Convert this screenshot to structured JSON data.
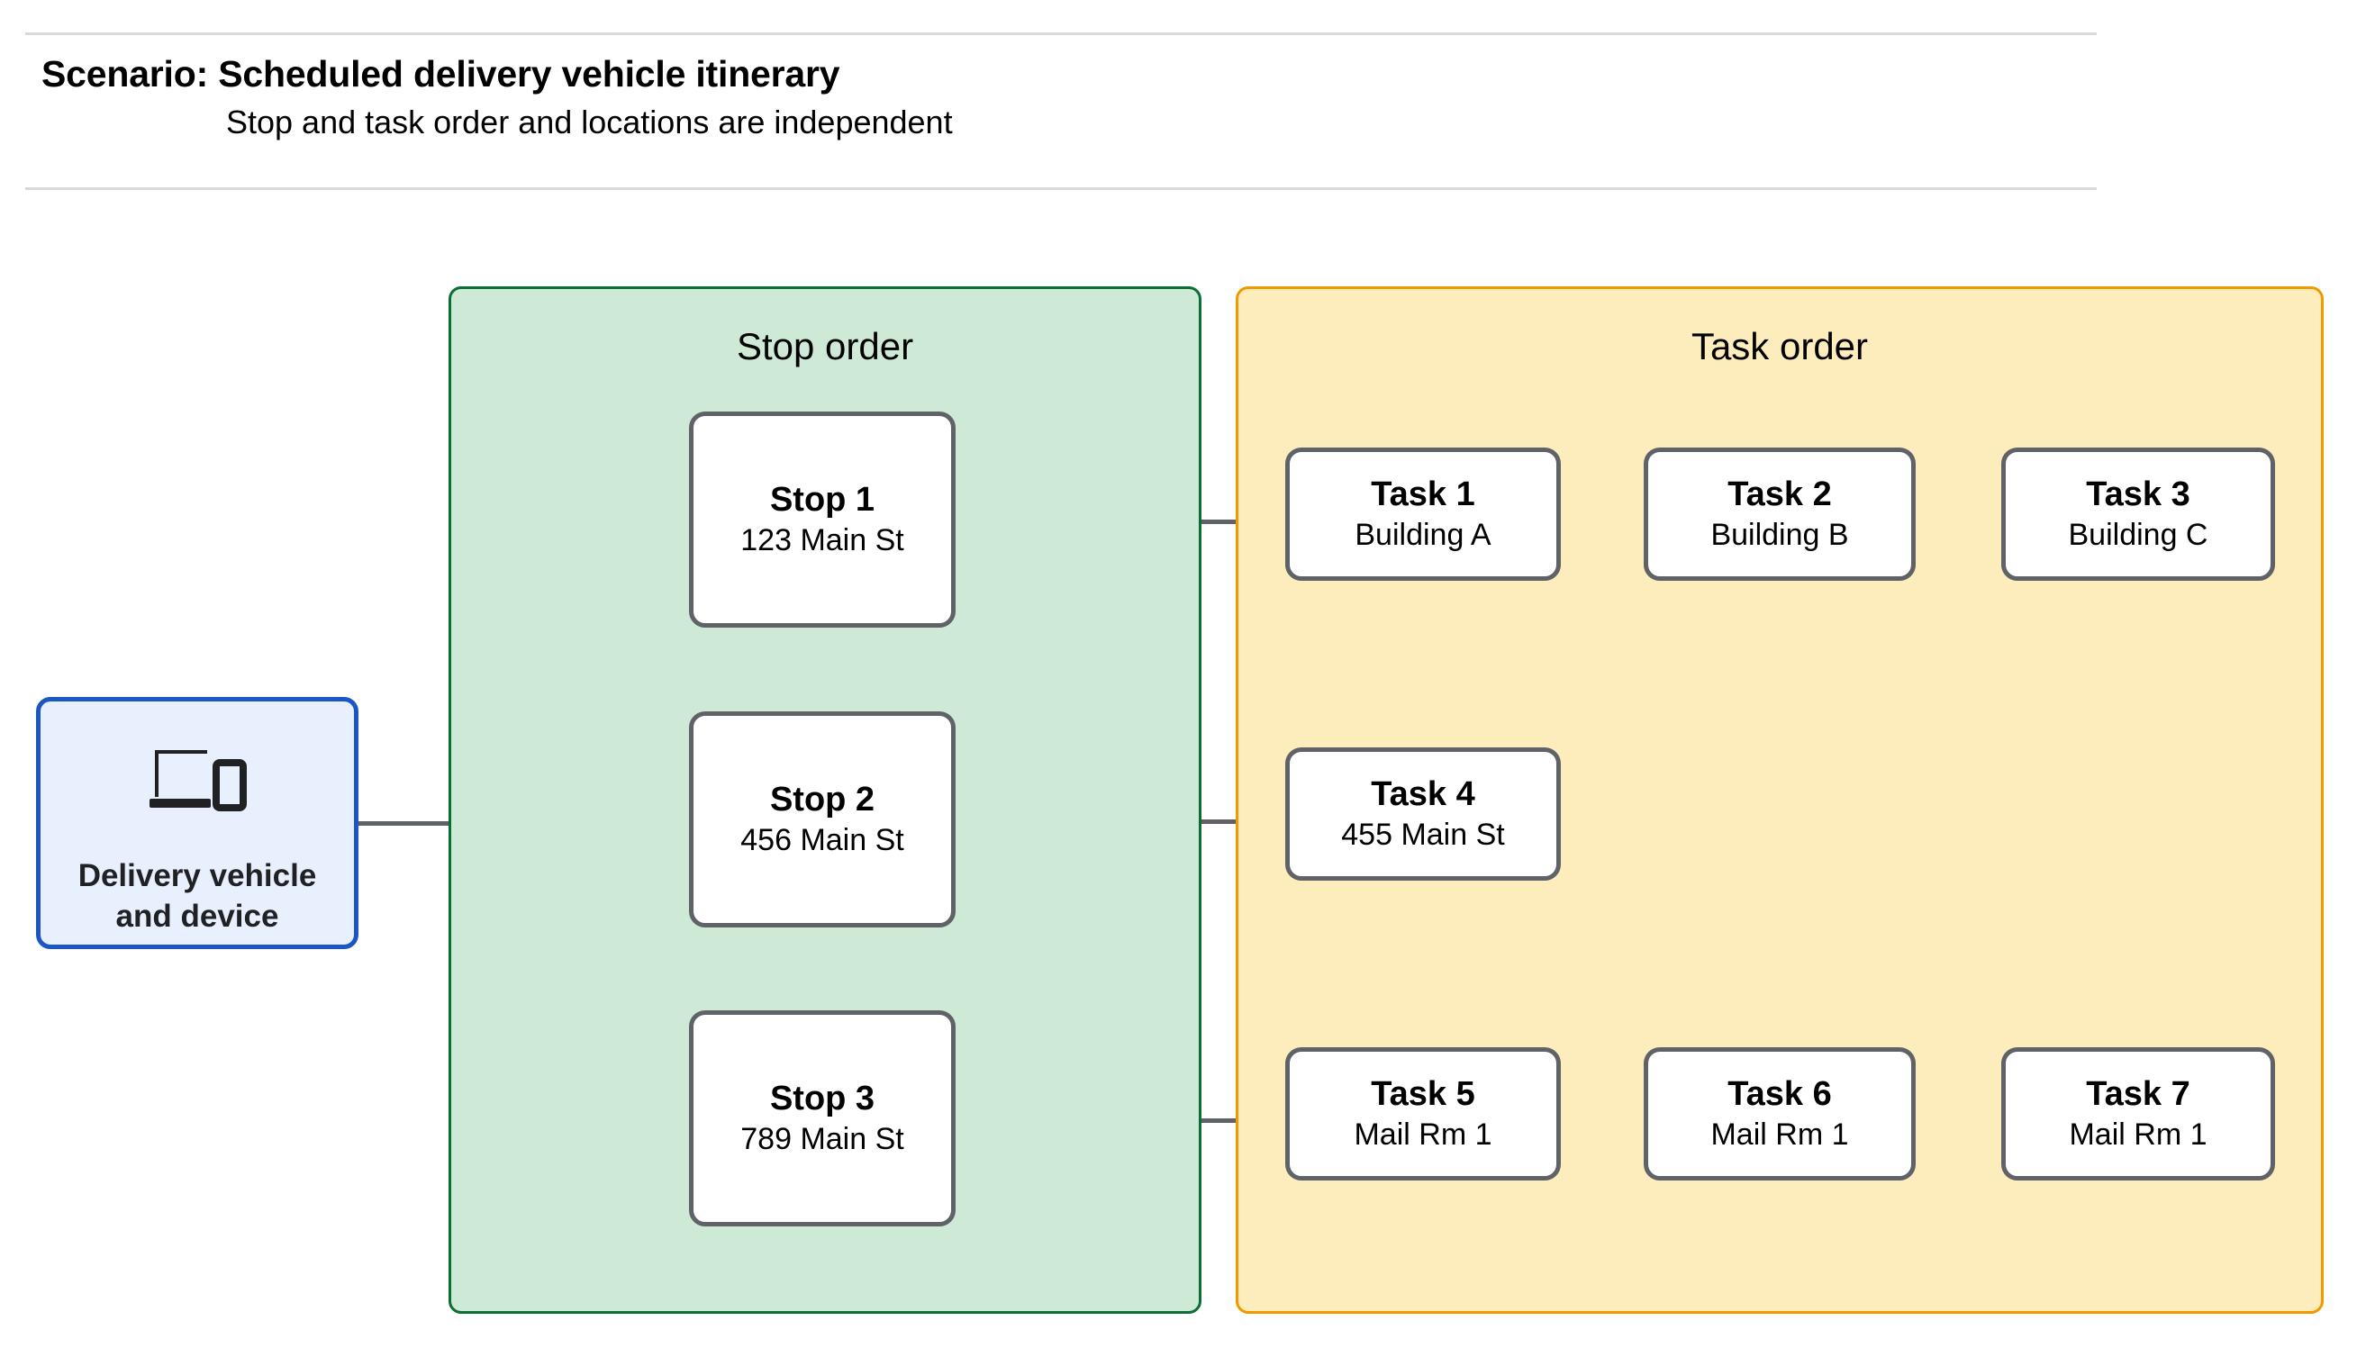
{
  "header": {
    "title": "Scenario: Scheduled delivery vehicle itinerary",
    "subtitle": "Stop and task order and locations are independent"
  },
  "device": {
    "icon": "devices-laptop-phone-icon",
    "label_line1": "Delivery vehicle",
    "label_line2": "and device"
  },
  "panels": {
    "stop": {
      "title": "Stop order",
      "fill": "#ceead6",
      "border": "#0b6e34"
    },
    "task": {
      "title": "Task order",
      "fill": "#fdecbc",
      "border": "#f29900"
    }
  },
  "stops": [
    {
      "title": "Stop 1",
      "address": "123 Main St"
    },
    {
      "title": "Stop 2",
      "address": "456 Main St"
    },
    {
      "title": "Stop 3",
      "address": "789 Main St"
    }
  ],
  "tasks": {
    "row1": [
      {
        "title": "Task 1",
        "location": "Building A"
      },
      {
        "title": "Task 2",
        "location": "Building B"
      },
      {
        "title": "Task 3",
        "location": "Building C"
      }
    ],
    "row2": [
      {
        "title": "Task 4",
        "location": "455 Main St"
      }
    ],
    "row3": [
      {
        "title": "Task 5",
        "location": "Mail Rm 1"
      },
      {
        "title": "Task 6",
        "location": "Mail Rm 1"
      },
      {
        "title": "Task 7",
        "location": "Mail Rm 1"
      }
    ]
  },
  "colors": {
    "connector": "#5f6368",
    "node_border": "#5f6368",
    "device_fill": "#e8f0fe",
    "device_border": "#1a56c4",
    "rule": "#d9d9d9"
  }
}
